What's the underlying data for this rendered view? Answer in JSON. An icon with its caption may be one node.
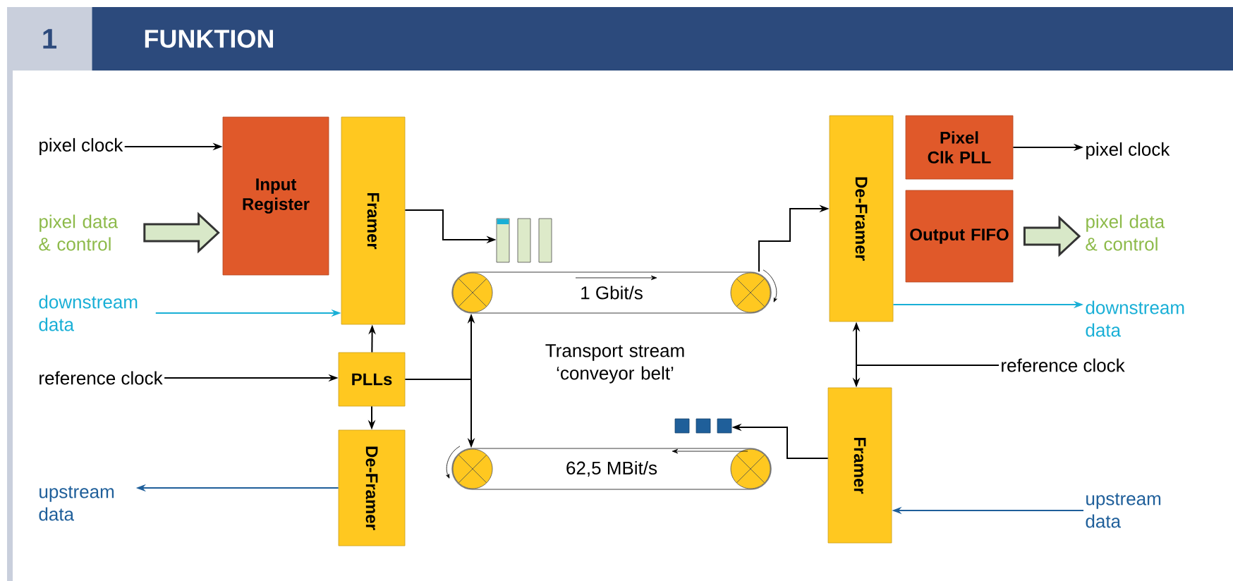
{
  "diagram": {
    "title": "FUNKTION",
    "nodes": [
      {
        "text": [
          "pixel clock"
        ]
      },
      {
        "text": [
          "pixel data & control"
        ]
      },
      {
        "text": [
          "downstream data"
        ]
      },
      {
        "text": [
          "reference clock"
        ]
      },
      {
        "text": [
          "upstream data"
        ]
      },
      {
        "text": [
          "Input Register"
        ]
      },
      {
        "text": [
          "Framer"
        ]
      },
      {
        "text": [
          "PLLs"
        ]
      },
      {
        "text": [
          "De-Framer"
        ]
      },
      {
        "text": [],
        "shape": "bar"
      },
      {
        "text": [],
        "shape": "bar"
      },
      {
        "text": [],
        "shape": "bar"
      },
      {
        "text": [
          "1 Gbit/s"
        ]
      },
      {
        "text": [
          "62,5 MBit/s"
        ]
      },
      {
        "text": [],
        "shape": "box"
      },
      {
        "text": [],
        "shape": "box"
      },
      {
        "text": [],
        "shape": "box"
      },
      {
        "text": [
          "De-Framer"
        ]
      },
      {
        "text": [
          "Pixel Clk PLL"
        ]
      },
      {
        "text": [
          "Output FIFO"
        ]
      },
      {
        "text": [
          "Framer"
        ]
      },
      {
        "text": [
          "pixel clock"
        ]
      },
      {
        "text": [
          "pixel data & control"
        ]
      },
      {
        "text": [
          "downstream data"
        ]
      },
      {
        "text": [
          "reference clock"
        ]
      },
      {
        "text": [
          "upstream data"
        ]
      }
    ],
    "edges": [
      {
        "from": 0,
        "to": 5,
        "arrow": "to"
      },
      {
        "from": 1,
        "to": 5,
        "arrow": "to",
        "style": "thick",
        "color": "#d8e8c8"
      },
      {
        "from": 2,
        "to": 6,
        "arrow": "to",
        "color": "#19afd6"
      },
      {
        "from": 3,
        "to": 7,
        "arrow": "to"
      },
      {
        "from": 7,
        "to": 6,
        "arrow": "to"
      },
      {
        "from": 7,
        "to": 8,
        "arrow": "to"
      },
      {
        "from": 7,
        "to": 12,
        "arrow": "to"
      },
      {
        "from": 7,
        "to": 13,
        "arrow": "to"
      },
      {
        "from": 8,
        "to": 4,
        "arrow": "to",
        "color": "#1f5f9a"
      },
      {
        "from": 6,
        "to": 9,
        "arrow": "to"
      },
      {
        "from": 12,
        "to": 17,
        "arrow": "to"
      },
      {
        "from": 18,
        "to": 21,
        "arrow": "to"
      },
      {
        "from": 19,
        "to": 22,
        "arrow": "to",
        "style": "thick",
        "color": "#d8e8c8"
      },
      {
        "from": 17,
        "to": 23,
        "arrow": "to",
        "color": "#19afd6"
      },
      {
        "from": 24,
        "to": 17,
        "arrow": "to"
      },
      {
        "from": 24,
        "to": 20,
        "arrow": "to"
      },
      {
        "from": 25,
        "to": 20,
        "arrow": "to",
        "color": "#1f5f9a"
      },
      {
        "from": 20,
        "to": 16,
        "arrow": "to"
      }
    ],
    "labels": [
      "1",
      "Transport stream ‘conveyor belt’"
    ]
  }
}
